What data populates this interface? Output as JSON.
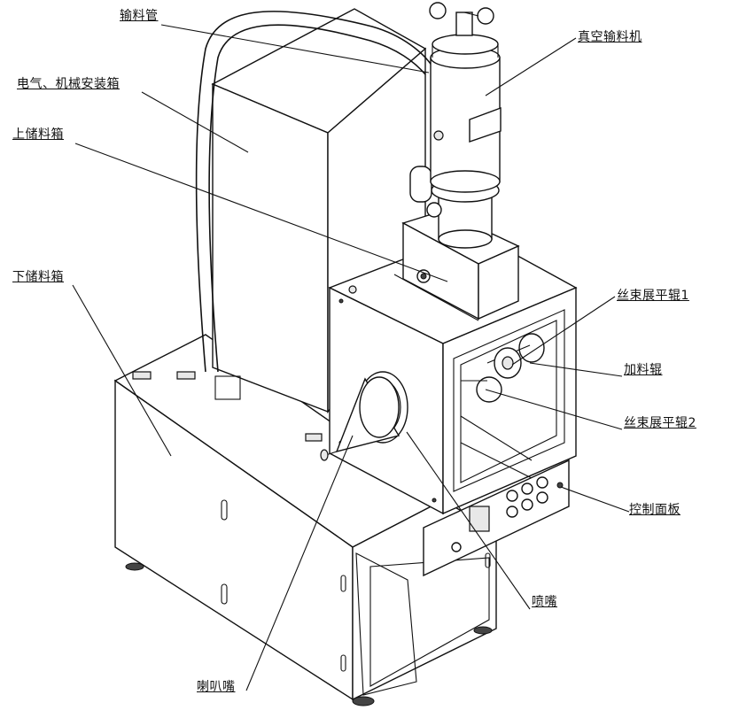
{
  "labels": {
    "feed_pipe": "输料管",
    "electrical_mechanical_box": "电气、机械安装箱",
    "upper_storage_box": "上储料箱",
    "lower_storage_box": "下储料箱",
    "vacuum_feeder": "真空输料机",
    "tow_spreading_roller_1": "丝束展平辊1",
    "feed_roller": "加料辊",
    "tow_spreading_roller_2": "丝束展平辊2",
    "control_panel": "控制面板",
    "nozzle": "喷嘴",
    "horn_nozzle": "喇叭嘴"
  }
}
